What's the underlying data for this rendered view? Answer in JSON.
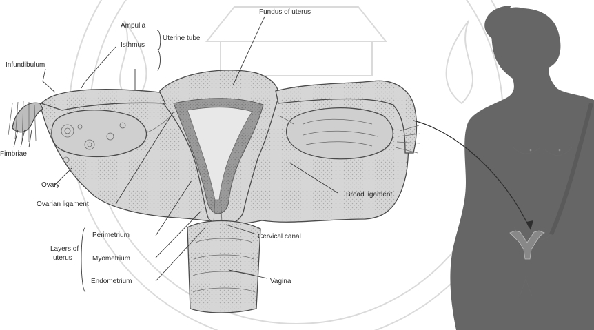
{
  "labels": [
    {
      "id": "ampulla",
      "text": "Ampulla"
    },
    {
      "id": "uterine-tube",
      "text": "Uterine tube"
    },
    {
      "id": "isthmus",
      "text": "Isthmus"
    },
    {
      "id": "fundus",
      "text": "Fundus of uterus"
    },
    {
      "id": "infundibulum",
      "text": "Infundibulum"
    },
    {
      "id": "fimbriae",
      "text": "Fimbriae"
    },
    {
      "id": "ovary",
      "text": "Ovary"
    },
    {
      "id": "ovarian-ligament",
      "text": "Ovarian ligament"
    },
    {
      "id": "broad-ligament",
      "text": "Broad ligament"
    },
    {
      "id": "perimetrium",
      "text": "Perimetrium"
    },
    {
      "id": "cervical-canal",
      "text": "Cervical canal"
    },
    {
      "id": "layers-1",
      "text": "Layers of"
    },
    {
      "id": "layers-2",
      "text": "uterus"
    },
    {
      "id": "myometrium",
      "text": "Myometrium"
    },
    {
      "id": "endometrium",
      "text": "Endometrium"
    },
    {
      "id": "vagina",
      "text": "Vagina"
    }
  ],
  "colors": {
    "silhouette": "#666666",
    "tissue": "#d9d9d9",
    "tissue_dark": "#b8b8b8",
    "watermark": "#d2d2d2"
  }
}
